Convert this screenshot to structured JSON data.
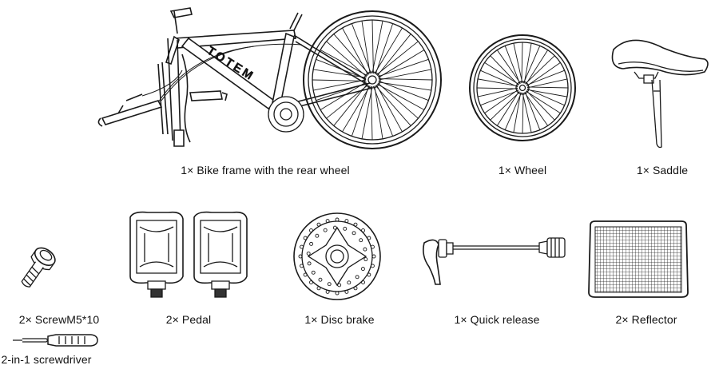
{
  "parts": [
    {
      "qty": "1×",
      "label": "Bike frame with the rear wheel",
      "brand": "TOTEM"
    },
    {
      "qty": "1×",
      "label": "Wheel"
    },
    {
      "qty": "1×",
      "label": "Saddle"
    },
    {
      "qty": "2×",
      "label": "ScrewM5*10"
    },
    {
      "qty": "2×",
      "label": "Pedal"
    },
    {
      "qty": "1×",
      "label": "Disc brake"
    },
    {
      "qty": "1×",
      "label": "Quick release"
    },
    {
      "qty": "2×",
      "label": "Reflector"
    },
    {
      "qty": "",
      "label": "2-in-1 screwdriver"
    }
  ],
  "captions": {
    "frame": "1× Bike frame with the rear wheel",
    "wheel": "1× Wheel",
    "saddle": "1× Saddle",
    "screw": "2× ScrewM5*10",
    "pedal": "2× Pedal",
    "disc": "1× Disc brake",
    "qr": "1× Quick release",
    "reflector": "2× Reflector",
    "screwdriver": "2-in-1 screwdriver"
  },
  "brand_text": "TOTEM"
}
